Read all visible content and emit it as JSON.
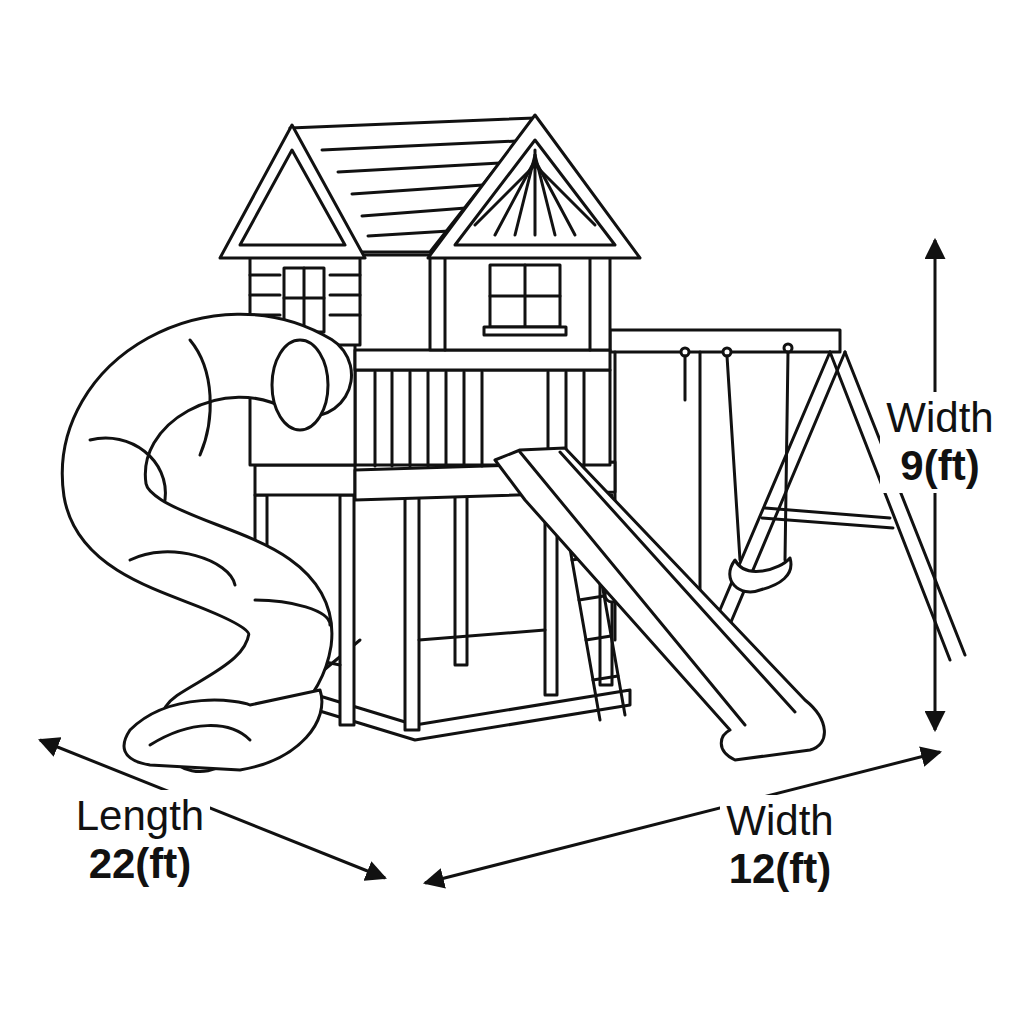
{
  "diagram": {
    "labels": [
      "Length 22(ft)",
      "Width 12(ft)",
      "Width 9(ft)"
    ]
  }
}
